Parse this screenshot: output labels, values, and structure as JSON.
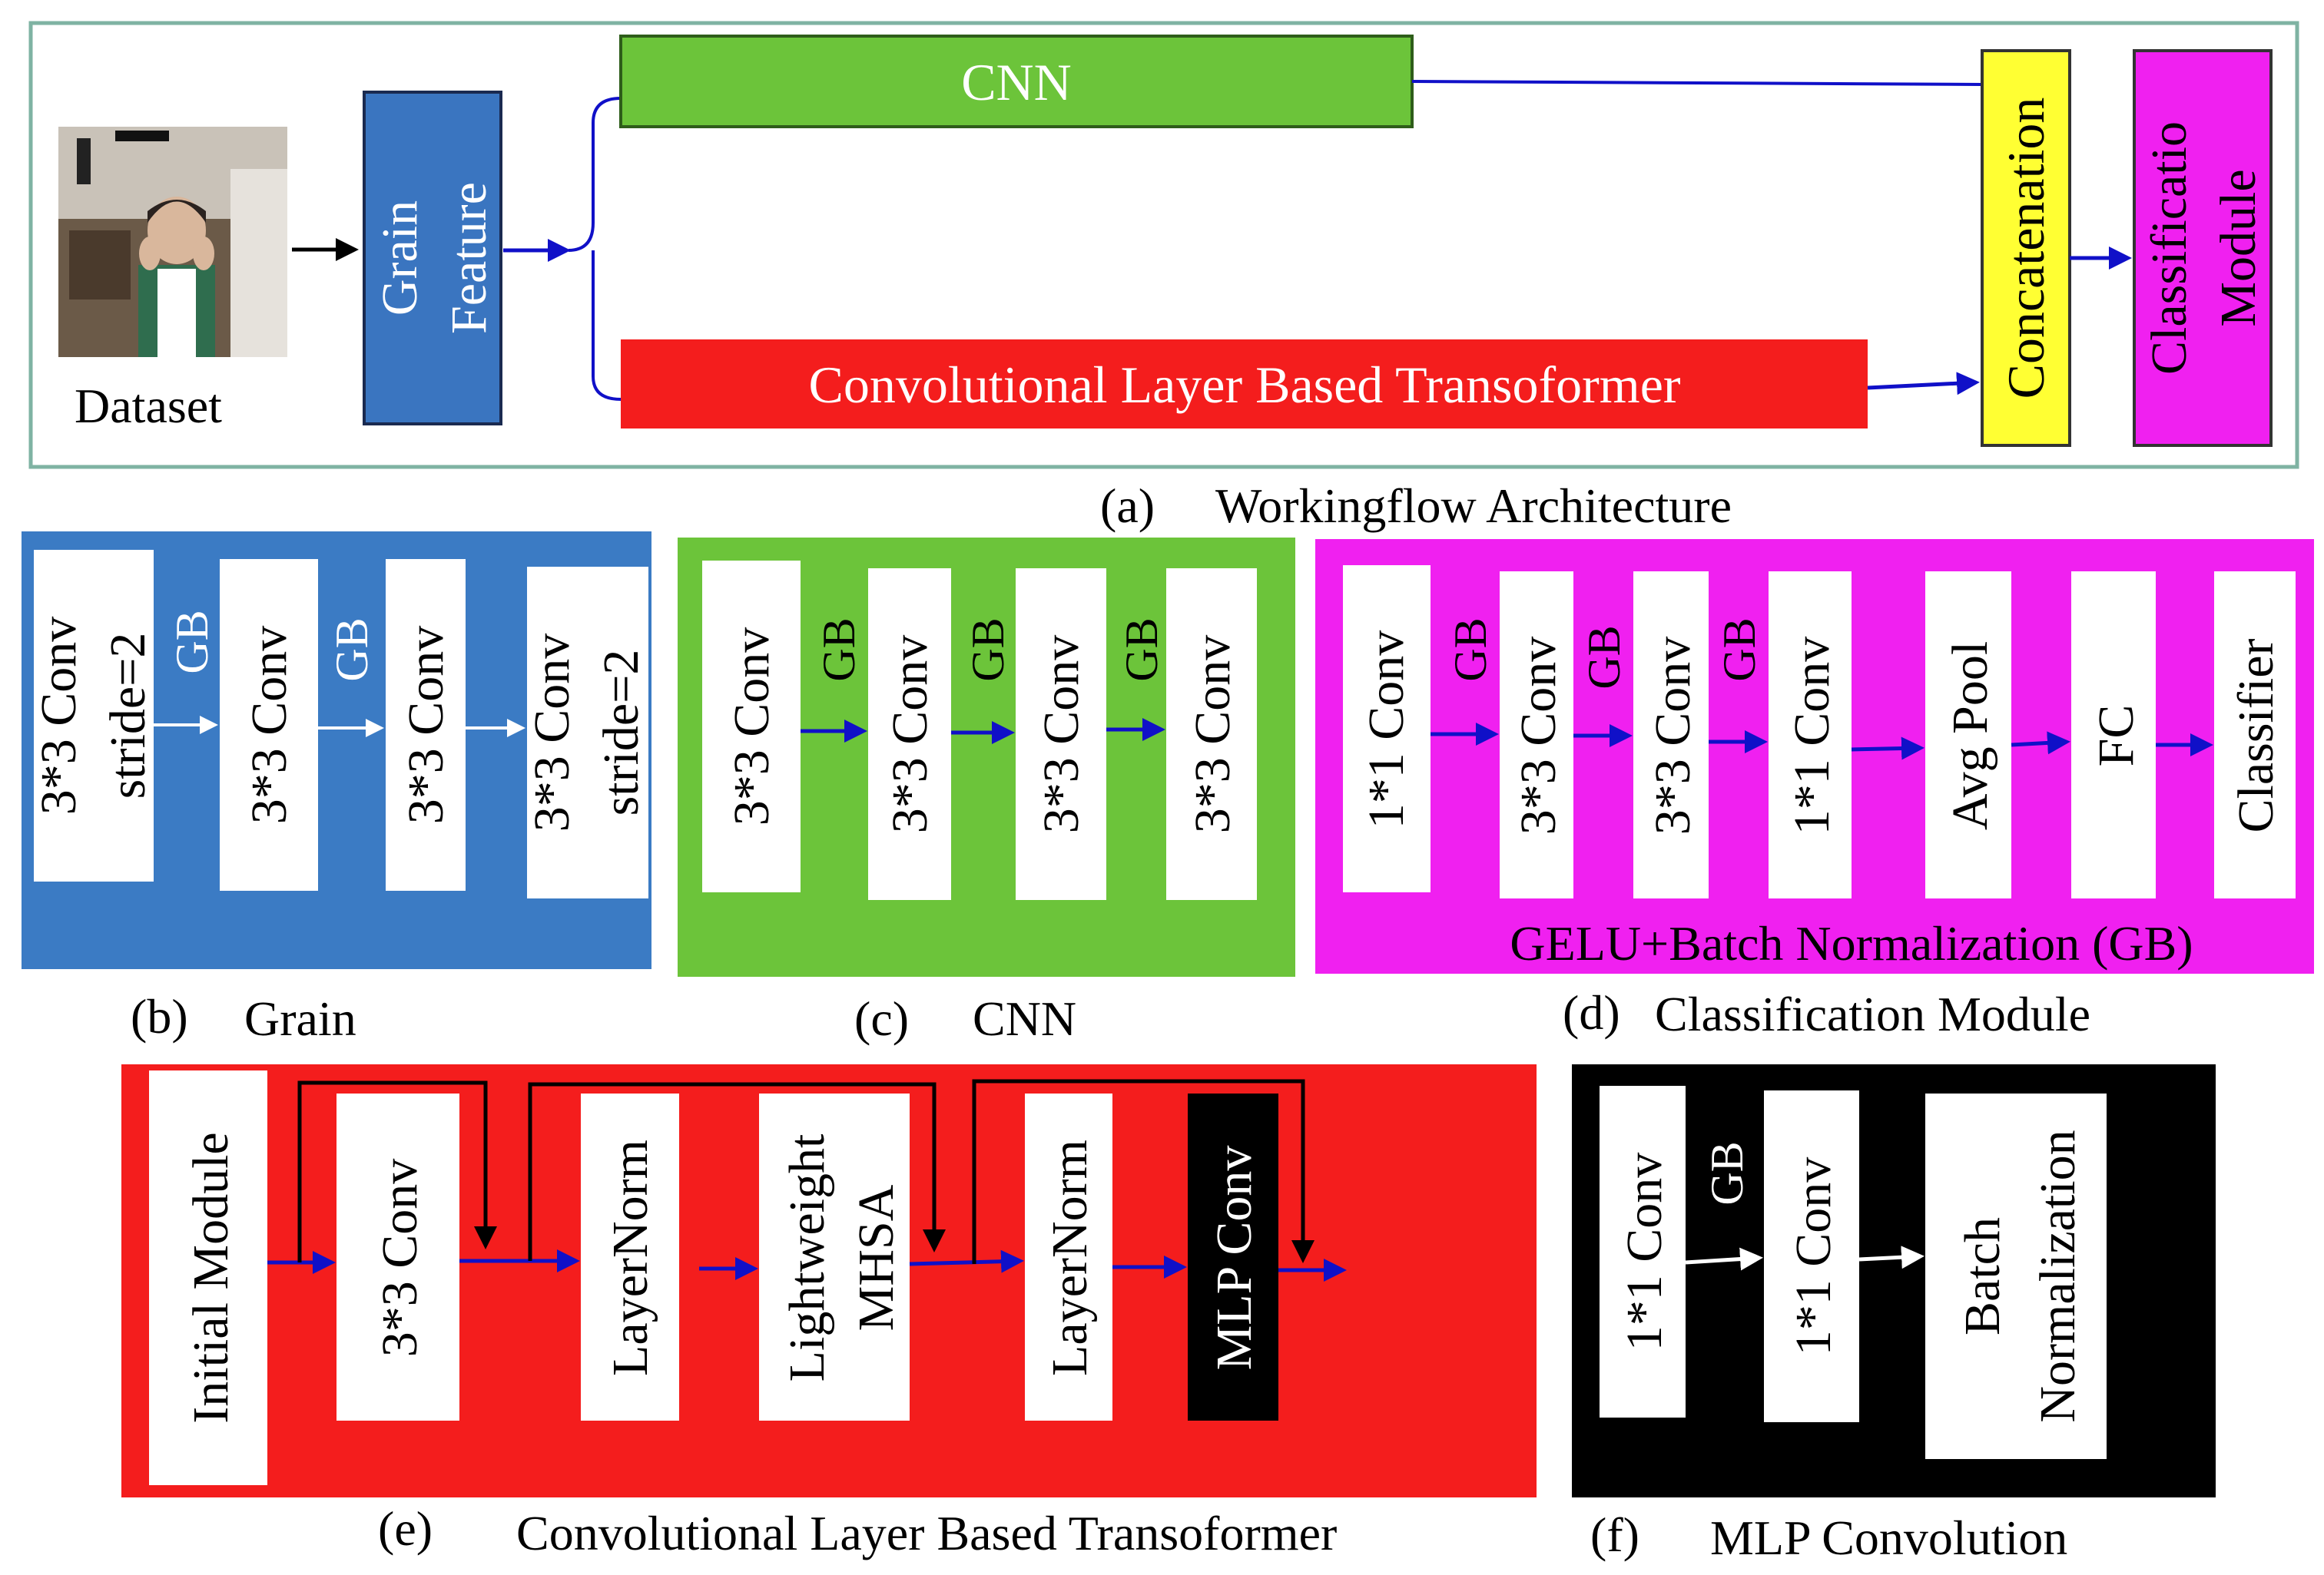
{
  "panel_a": {
    "dataset_label": "Dataset",
    "grain_line1": "Grain",
    "grain_line2": "Feature",
    "cnn_label": "CNN",
    "transformer_label": "Convolutional Layer Based Transoformer",
    "concat_label": "Concatenation",
    "classif_line1": "Classificatio",
    "classif_line2": "Module",
    "caption_letter": "(a)",
    "caption_text": "Workingflow Architecture"
  },
  "panel_b": {
    "boxes": [
      {
        "line1": "3*3 Conv",
        "line2": "stride=2"
      },
      {
        "line1": "3*3 Conv"
      },
      {
        "line1": "3*3 Conv"
      },
      {
        "line1": "3*3 Conv",
        "line2": "stride=2"
      }
    ],
    "gb": "GB",
    "caption_letter": "(b)",
    "caption_text": "Grain"
  },
  "panel_c": {
    "boxes": [
      "3*3 Conv",
      "3*3 Conv",
      "3*3 Conv",
      "3*3 Conv"
    ],
    "gb": "GB",
    "caption_letter": "(c)",
    "caption_text": "CNN"
  },
  "panel_d": {
    "boxes": [
      "1*1 Conv",
      "3*3 Conv",
      "3*3 Conv",
      "1*1 Conv",
      "Avg Pool",
      "FC",
      "Classifier"
    ],
    "gb": "GB",
    "footer": "GELU+Batch Normalization (GB)",
    "caption_letter": "(d)",
    "caption_text": "Classification Module"
  },
  "panel_e": {
    "boxes": [
      {
        "line1": "Initial Module"
      },
      {
        "line1": "3*3 Conv"
      },
      {
        "line1": "LayerNorm"
      },
      {
        "line1": "Lightweight",
        "line2": "MHSA"
      },
      {
        "line1": "LayerNorm"
      },
      {
        "line1": "MLP Conv"
      }
    ],
    "caption_letter": "(e)",
    "caption_text": "Convolutional Layer Based Transoformer"
  },
  "panel_f": {
    "boxes": [
      {
        "line1": "1*1 Conv"
      },
      {
        "line1": "1*1 Conv"
      },
      {
        "line1": "Batch",
        "line2": "Normalization"
      }
    ],
    "gb": "GB",
    "caption_letter": "(f)",
    "caption_text": "MLP Convolution"
  },
  "colors": {
    "blue_panel": "#3b7bc4",
    "grain_box": "#3a75c0",
    "green": "#6cc43a",
    "red": "#f41d1d",
    "magenta": "#f020f0",
    "yellow": "#ffff33",
    "black": "#000000",
    "frame": "#7fb3a3",
    "arrow_blue": "#1010c8"
  }
}
